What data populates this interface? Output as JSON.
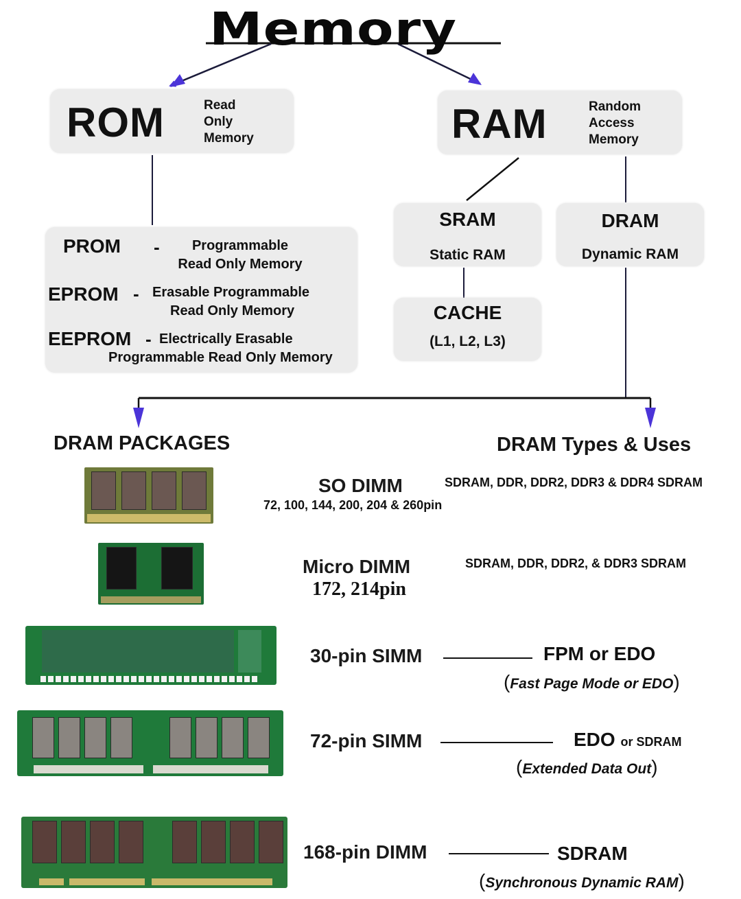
{
  "title": "Memory",
  "rom": {
    "acronym": "ROM",
    "expansion": [
      "Read",
      "Only",
      "Memory"
    ]
  },
  "ram": {
    "acronym": "RAM",
    "expansion": [
      "Random",
      "Access",
      "Memory"
    ]
  },
  "rom_types": [
    {
      "acronym": "PROM",
      "dash": "-",
      "expansion": [
        "Programmable",
        "Read Only Memory"
      ]
    },
    {
      "acronym": "EPROM",
      "dash": "-",
      "expansion": [
        "Erasable Programmable",
        "Read Only Memory"
      ]
    },
    {
      "acronym": "EEPROM",
      "dash": "-",
      "expansion": [
        "Electrically Erasable",
        "Programmable Read Only Memory"
      ]
    }
  ],
  "sram": {
    "title": "SRAM",
    "subtitle": "Static RAM"
  },
  "dram": {
    "title": "DRAM",
    "subtitle": "Dynamic RAM"
  },
  "cache": {
    "title": "CACHE",
    "subtitle": "(L1, L2, L3)"
  },
  "sections": {
    "packages": "DRAM PACKAGES",
    "types": "DRAM Types & Uses"
  },
  "packages": [
    {
      "name": "SO DIMM",
      "pins": "72, 100, 144, 200, 204 & 260pin",
      "uses": "SDRAM, DDR, DDR2, DDR3 & DDR4 SDRAM",
      "image": "so-dimm-module"
    },
    {
      "name": "Micro DIMM",
      "pins": "172, 214pin",
      "uses": "SDRAM, DDR, DDR2, & DDR3 SDRAM",
      "image": "micro-dimm-module"
    },
    {
      "name": "30-pin SIMM",
      "type": "FPM or EDO",
      "note": "Fast Page Mode or EDO",
      "image": "30-pin-simm-module"
    },
    {
      "name": "72-pin SIMM",
      "type": "EDO",
      "type_suffix": "or SDRAM",
      "note": "Extended Data Out",
      "image": "72-pin-simm-module"
    },
    {
      "name": "168-pin DIMM",
      "type": "SDRAM",
      "note": "Synchronous Dynamic RAM",
      "image": "168-pin-dimm-module"
    }
  ],
  "colors": {
    "box_bg": "#ececec",
    "line": "#1b1b3a",
    "arrowhead": "#4b34d8",
    "text": "#111111",
    "pcb_green": "#1f7a3a",
    "chip_brown": "#5a3f3a",
    "gold_contacts": "#c9b96a"
  },
  "paren_open": "(",
  "paren_close": ")"
}
